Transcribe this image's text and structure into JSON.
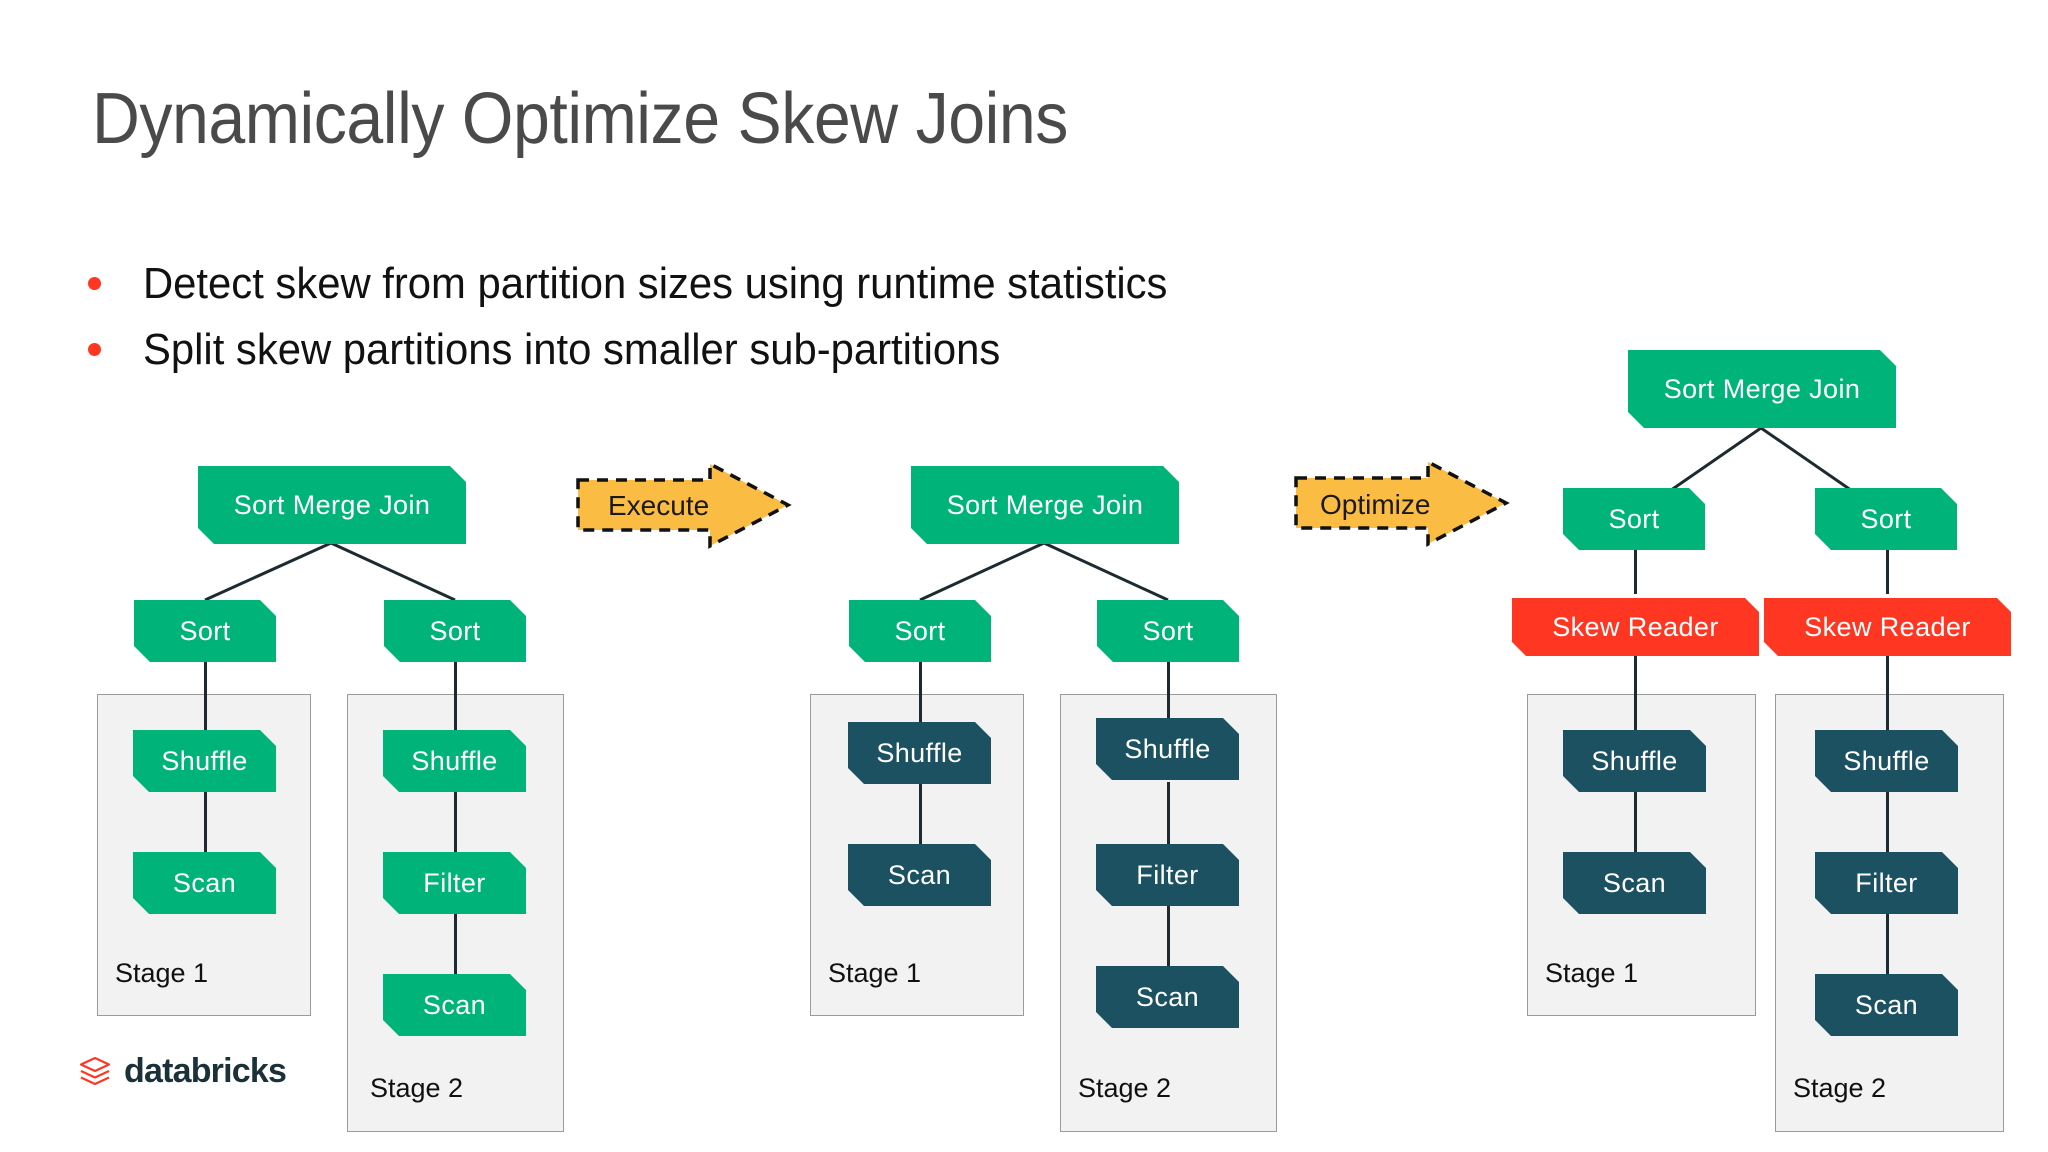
{
  "slide": {
    "title": "Dynamically Optimize Skew Joins",
    "bullets": [
      "Detect skew from partition sizes using runtime statistics",
      "Split skew partitions into smaller sub-partitions"
    ],
    "bullet_color": "#ff3621",
    "title_color": "#4a4a4a"
  },
  "palette": {
    "green": "#00b378",
    "navy": "#1b5161",
    "red": "#ff3621",
    "amber": "#fbbc43",
    "stage_fill": "#f2f2f2",
    "stage_border": "#9b9b9b",
    "edge": "#1d2b30"
  },
  "arrows": [
    {
      "label": "Execute",
      "fill": "#fbbc43",
      "stroke": "#111111",
      "style": "dashed"
    },
    {
      "label": "Optimize",
      "fill": "#fbbc43",
      "stroke": "#111111",
      "style": "dashed"
    }
  ],
  "diagrams": [
    {
      "id": "plan-initial",
      "root": "Sort Merge Join",
      "left_branch": {
        "sort": "Sort",
        "stage_label": "Stage 1",
        "nodes": [
          "Shuffle",
          "Scan"
        ],
        "node_color": "green"
      },
      "right_branch": {
        "sort": "Sort",
        "stage_label": "Stage 2",
        "nodes": [
          "Shuffle",
          "Filter",
          "Scan"
        ],
        "node_color": "green"
      }
    },
    {
      "id": "plan-executed",
      "root": "Sort Merge Join",
      "left_branch": {
        "sort": "Sort",
        "stage_label": "Stage 1",
        "nodes": [
          "Shuffle",
          "Scan"
        ],
        "node_color": "navy"
      },
      "right_branch": {
        "sort": "Sort",
        "stage_label": "Stage 2",
        "nodes": [
          "Shuffle",
          "Filter",
          "Scan"
        ],
        "node_color": "navy"
      }
    },
    {
      "id": "plan-optimized",
      "root": "Sort Merge Join",
      "left_branch": {
        "sort": "Sort",
        "skew_reader": "Skew Reader",
        "stage_label": "Stage 1",
        "nodes": [
          "Shuffle",
          "Scan"
        ],
        "node_color": "navy"
      },
      "right_branch": {
        "sort": "Sort",
        "skew_reader": "Skew Reader",
        "stage_label": "Stage 2",
        "nodes": [
          "Shuffle",
          "Filter",
          "Scan"
        ],
        "node_color": "navy"
      }
    }
  ],
  "logo": {
    "word": "databricks",
    "mark_color": "#ff3621",
    "word_color": "#1b3139"
  }
}
